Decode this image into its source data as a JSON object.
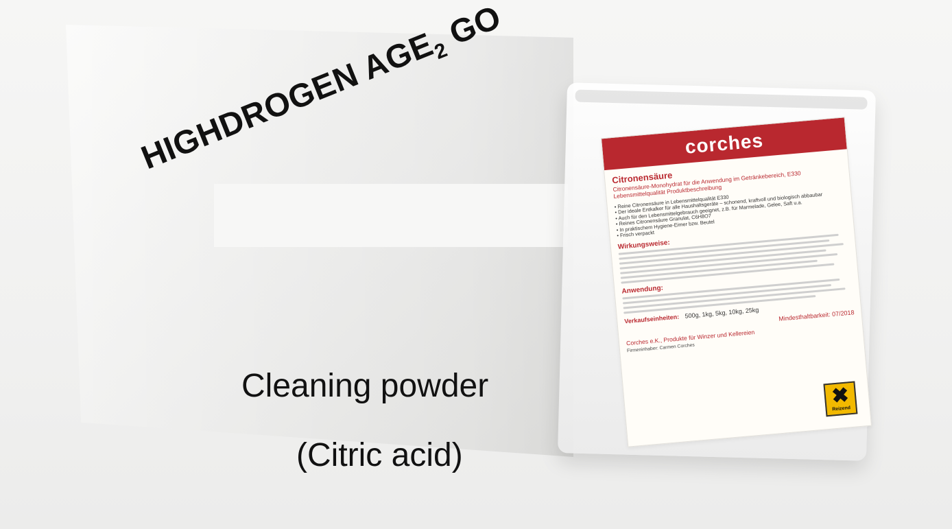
{
  "overlay": {
    "headline_part1": "HIGHDROGEN AGE",
    "headline_subscript": "2",
    "headline_part2": " GO",
    "caption_line1": "Cleaning powder",
    "caption_line2": "(Citric acid)"
  },
  "label": {
    "brand": "corches",
    "title": "Citronensäure",
    "subtitle": "Citronensäure-Monohydrat für die Anwendung im Getränkebereich, E330 Lebensmittelqualität Produktbeschreibung",
    "bullets": [
      "• Reine Citronensäure in Lebensmittelqualität E330",
      "• Der ideale Entkalker für alle Haushaltsgeräte – schonend, kraftvoll und biologisch abbaubar",
      "• Auch für den Lebensmittelgebrauch geeignet, z.B. für Marmelade, Gelee, Saft u.a.",
      "• Reines Citronensäure Granulat, C6H8O7",
      "• In praktischem Hygiene-Eimer bzw. Beutel",
      "• Frisch verpackt"
    ],
    "section_effect": "Wirkungsweise:",
    "section_use": "Anwendung:",
    "section_sizes": "Verkaufseinheiten:",
    "sizes": "500g,   1kg,   5kg,   10kg,   25kg",
    "best_before": "Mindesthaltbarkeit: 07/2018",
    "company": "Corches e.K., Produkte für Winzer und Kellereien",
    "company_small": "Firmeninhaber: Carmen Corches",
    "hazard_label": "Reizend"
  },
  "colors": {
    "brand_red": "#b9282f",
    "hazard_orange": "#f2b900"
  }
}
